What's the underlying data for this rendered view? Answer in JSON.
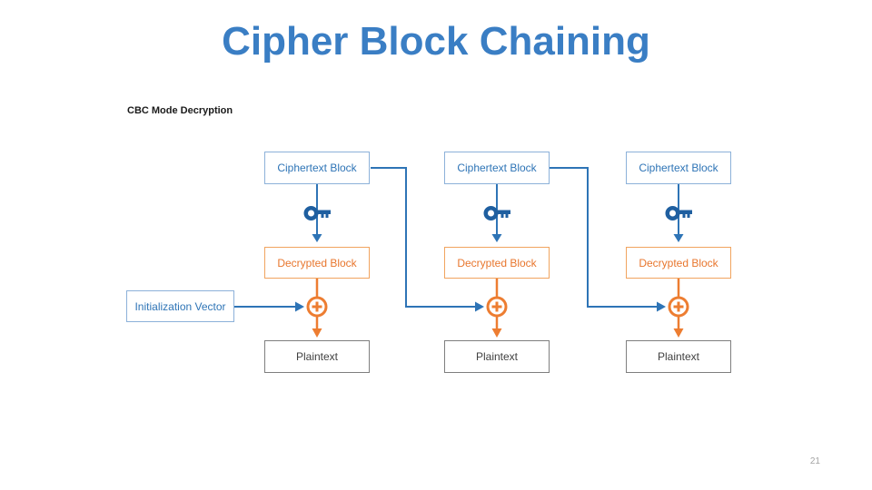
{
  "slide": {
    "title": "Cipher Block Chaining",
    "subtitle": "CBC Mode Decryption",
    "page_number": "21"
  },
  "diagram": {
    "iv_label": "Initialization Vector",
    "columns": [
      {
        "ciphertext": "Ciphertext Block",
        "decrypted": "Decrypted Block",
        "plaintext": "Plaintext"
      },
      {
        "ciphertext": "Ciphertext Block",
        "decrypted": "Decrypted Block",
        "plaintext": "Plaintext"
      },
      {
        "ciphertext": "Ciphertext Block",
        "decrypted": "Decrypted Block",
        "plaintext": "Plaintext"
      }
    ],
    "icons": {
      "key": "key-icon",
      "xor": "xor-circle-plus-icon"
    }
  },
  "colors": {
    "title_blue": "#3a7ec4",
    "arrow_blue": "#2e74b6",
    "box_blue_border": "#8cb1d9",
    "box_blue_text": "#2e74b6",
    "key_blue": "#1f5fa0",
    "orange": "#ed7d31",
    "box_orange_border": "#f1a45f",
    "box_orange_text": "#e8762d",
    "box_gray_border": "#7f7f7f",
    "box_gray_text": "#404040",
    "pagenum_gray": "#a3a3a3"
  }
}
